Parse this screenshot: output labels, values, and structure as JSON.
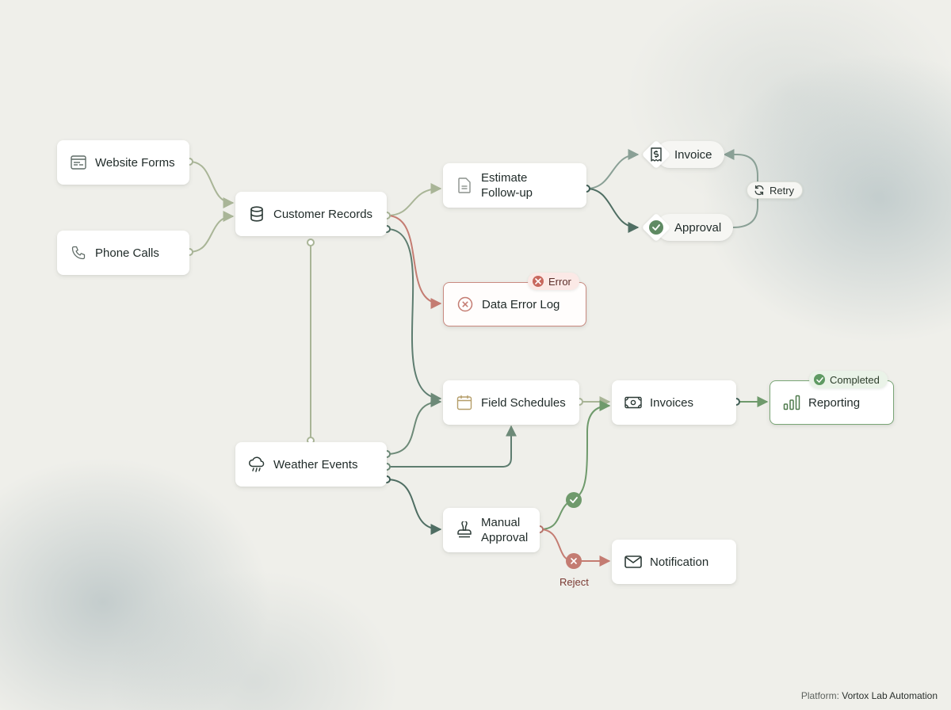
{
  "nodes": {
    "website_forms": "Website Forms",
    "phone_calls": "Phone Calls",
    "customer_records": "Customer Records",
    "estimate_followup": "Estimate\nFollow-up",
    "data_error_log": "Data Error Log",
    "field_schedules": "Field Schedules",
    "weather_events": "Weather Events",
    "manual_approval": "Manual\nApproval",
    "invoices": "Invoices",
    "reporting": "Reporting",
    "notification": "Notification",
    "invoice": "Invoice",
    "approval": "Approval"
  },
  "badges": {
    "error": "Error",
    "completed": "Completed",
    "retry": "Retry"
  },
  "edge_labels": {
    "reject": "Reject"
  },
  "footer": {
    "prefix": "Platform:",
    "name": "Vortox Lab Automation"
  },
  "colors": {
    "sage": "#a9b597",
    "dark_green": "#4f6e63",
    "green": "#6f9a6c",
    "error_red": "#c47c72",
    "slate": "#7e9690"
  }
}
